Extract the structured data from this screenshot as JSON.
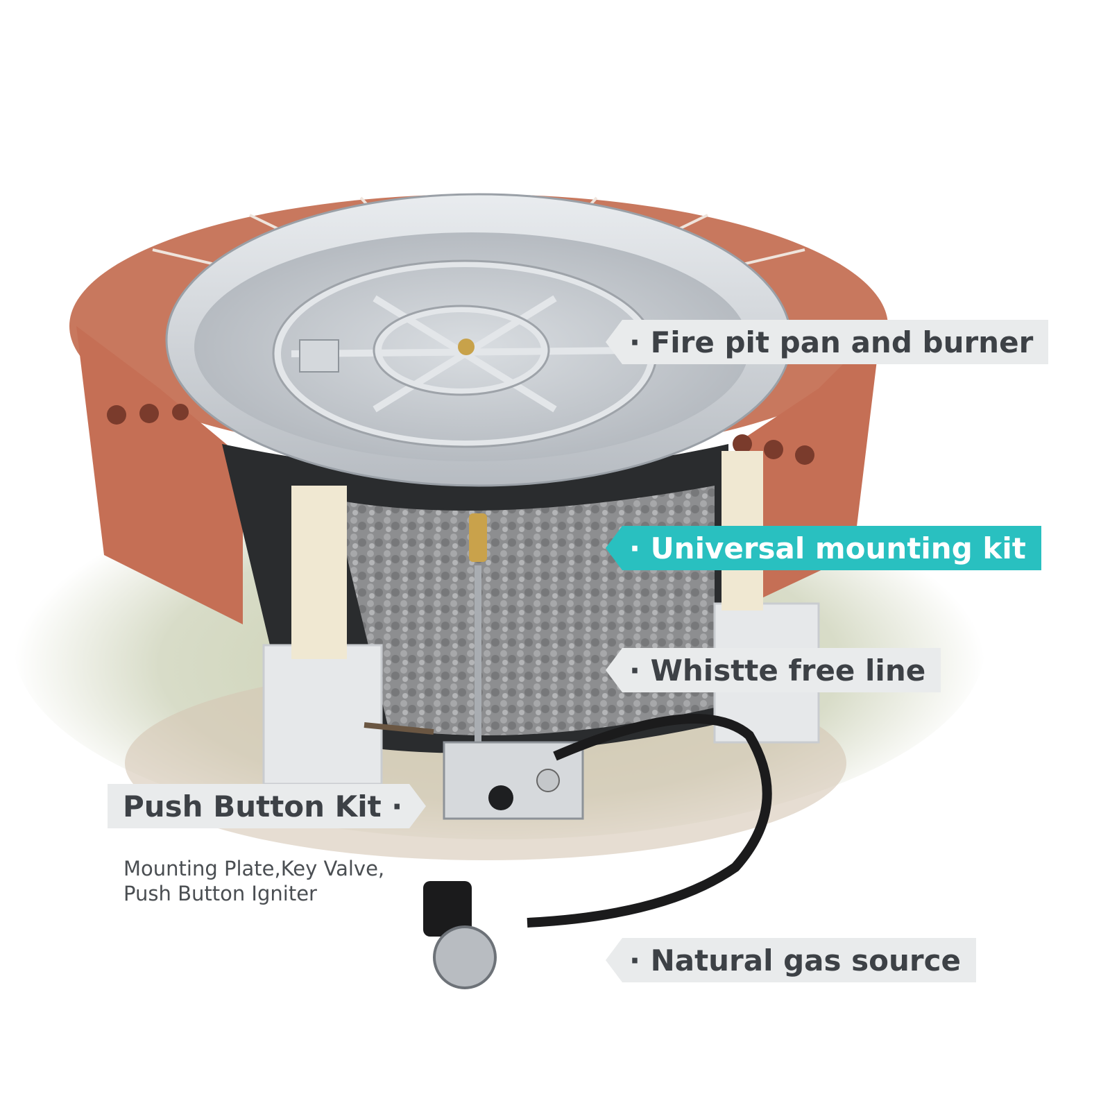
{
  "callouts": {
    "fire_pit": "· Fire pit pan and burner",
    "mounting_kit": "· Universal mounting kit",
    "whistle_line": "· Whistte free line",
    "gas_source": "· Natural gas source",
    "push_button": "Push Button Kit ·",
    "push_button_desc_line1": "Mounting Plate,Key Valve,",
    "push_button_desc_line2": "Push Button Igniter"
  },
  "colors": {
    "accent": "#29c0c0",
    "callout_bg": "#e9ebec",
    "text": "#3d4146",
    "brick": "#c8785e"
  }
}
